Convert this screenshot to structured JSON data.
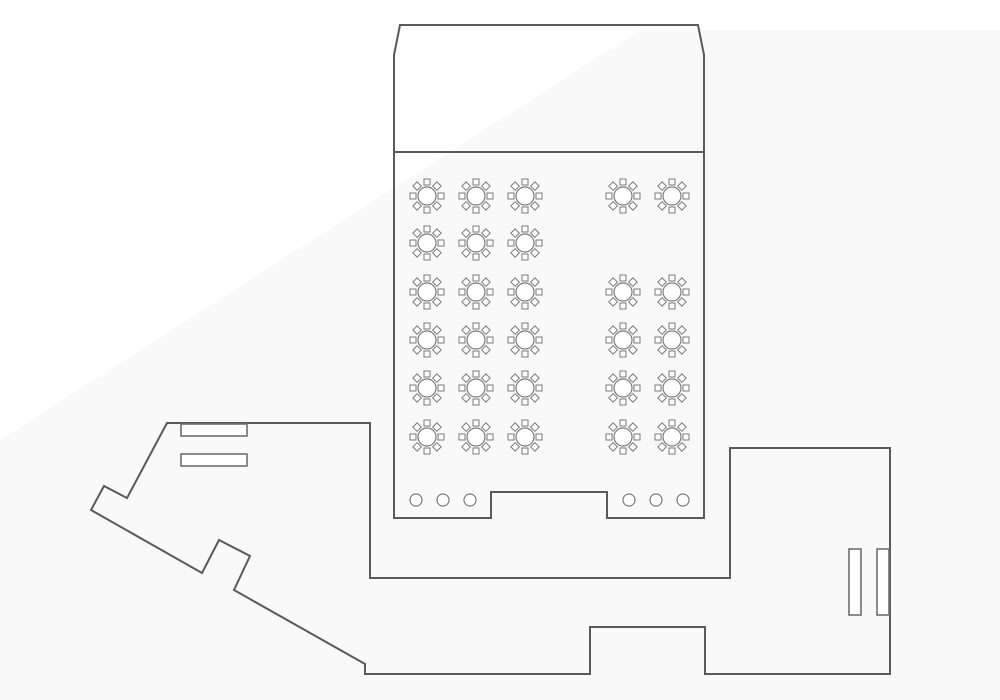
{
  "floor_plan": {
    "colors": {
      "background_tint": "#f9f9f9",
      "wall": "#5a5a5a",
      "furniture": "#7a7a7a"
    },
    "main_hall": {
      "round_tables": {
        "count": 28,
        "chairs_per_table": 8
      },
      "cocktail_tables": {
        "count": 6
      }
    },
    "lobby": {
      "buffet_counters": {
        "count": 2
      }
    },
    "east_room": {
      "side_counters": {
        "count": 2
      }
    }
  }
}
